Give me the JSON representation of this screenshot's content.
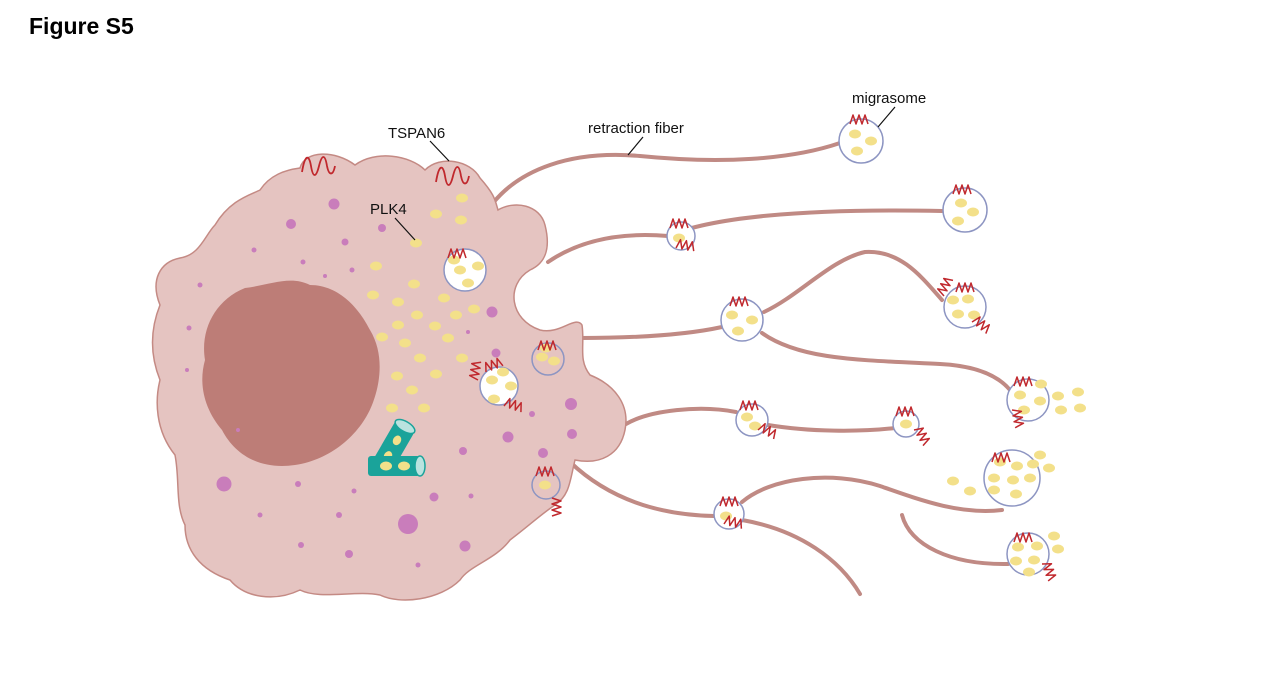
{
  "figure": {
    "title": "Figure S5"
  },
  "labels": {
    "tspan6": "TSPAN6",
    "plk4": "PLK4",
    "retraction_fiber": "retraction fiber",
    "migrasome": "migrasome"
  },
  "colors": {
    "cell_body": "#e5c4c1",
    "cell_outline": "#c48a84",
    "nucleus": "#bd7d77",
    "fiber": "#c08a84",
    "vesicle_dots": "#c97dbb",
    "plk4_particles": "#f3e08a",
    "tspan6": "#c0282d",
    "migrasome_outline": "#8d95c2",
    "centriole": "#1aa39a"
  }
}
